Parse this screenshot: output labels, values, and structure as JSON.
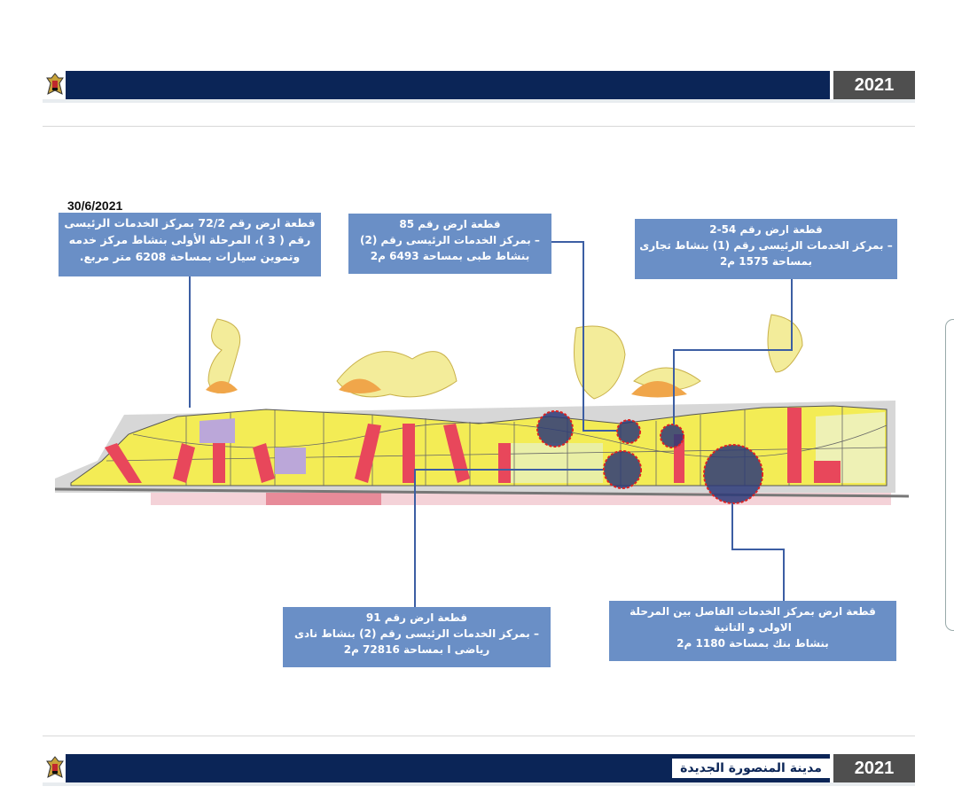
{
  "header": {
    "year": "2021"
  },
  "footer": {
    "year": "2021",
    "city": "مدينة المنصورة الجديدة"
  },
  "slide": {
    "date": "30/6/2021",
    "callouts": [
      {
        "id": "plot-72-2",
        "lines": [
          "قطعة ارض رقم 72/2 بمركز الخدمات الرئيسى",
          "رقم ( 3 )، المرحلة الأولى بنشاط مركز خدمه",
          "وتموين سيارات بمساحة 6208 متر مربع."
        ]
      },
      {
        "id": "plot-85",
        "lines": [
          "قطعة ارض رقم 85",
          "– بمركز الخدمات الرئيسى رقم (2)",
          "بنشاط طبى بمساحة 6493 م2"
        ]
      },
      {
        "id": "plot-54-2",
        "lines": [
          "قطعة ارض رقم 54-2",
          "– بمركز الخدمات الرئيسى رقم (1) بنشاط تجارى",
          "بمساحة 1575 م2"
        ]
      },
      {
        "id": "plot-91",
        "lines": [
          "قطعة ارض رقم 91",
          "– بمركز الخدمات الرئيسى رقم (2) بنشاط نادى",
          "رياضى ا بمساحة 72816 م2"
        ]
      },
      {
        "id": "plot-separator",
        "lines": [
          "قطعة ارض بمركز الخدمات الفاصل بين المرحلة",
          "الاولى و التانية",
          "بنشاط بنك بمساحة 1180 م2"
        ]
      }
    ]
  },
  "colors": {
    "navy": "#0b2557",
    "callout": "#6a8fc6",
    "year_box": "#4f4f4f",
    "plot_yellow": "#f3ec55",
    "plot_red": "#e8475b",
    "highlight": "#2b3a78"
  }
}
